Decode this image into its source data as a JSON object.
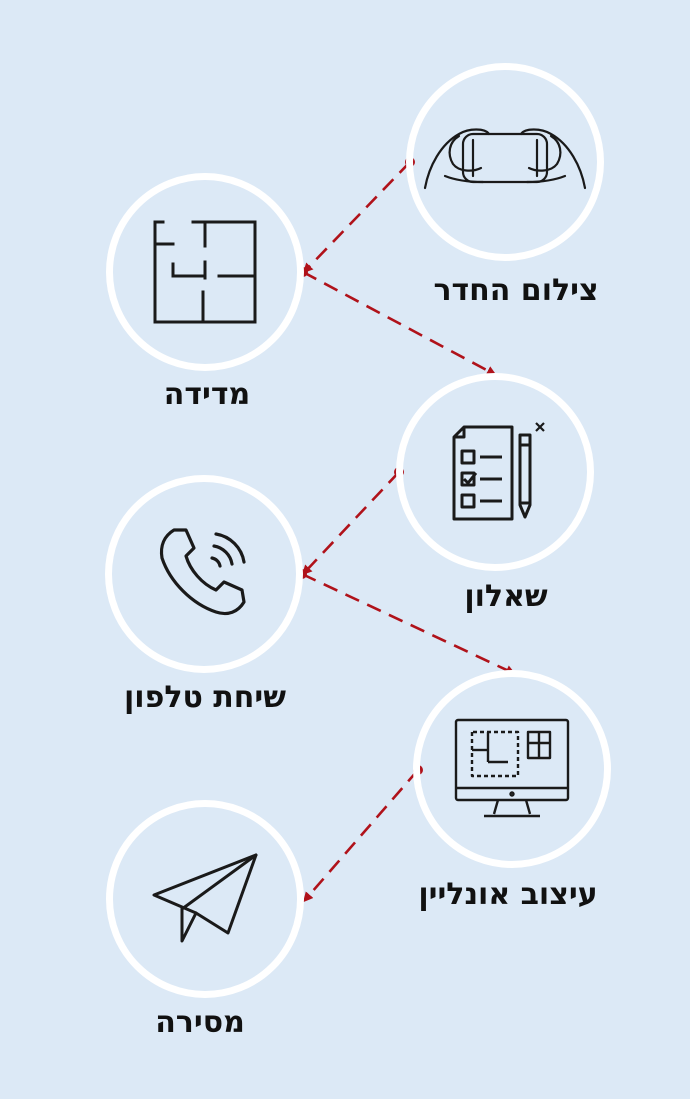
{
  "steps": [
    {
      "id": "photo",
      "label": "צילום החדר",
      "icon": "hands-holding-phone-icon"
    },
    {
      "id": "measure",
      "label": "מדידה",
      "icon": "floor-plan-icon"
    },
    {
      "id": "questionnaire",
      "label": "שאלון",
      "icon": "checklist-clipboard-pencil-icon"
    },
    {
      "id": "phone",
      "label": "שיחת טלפון",
      "icon": "phone-call-icon"
    },
    {
      "id": "design",
      "label": "עיצוב אונליין",
      "icon": "computer-monitor-floorplan-icon"
    },
    {
      "id": "delivery",
      "label": "מסירה",
      "icon": "paper-plane-icon"
    }
  ],
  "colors": {
    "background": "#dce9f6",
    "circle_border": "#ffffff",
    "connector": "#b0121a",
    "icon_stroke": "#1a1a1a",
    "label": "#111111"
  }
}
